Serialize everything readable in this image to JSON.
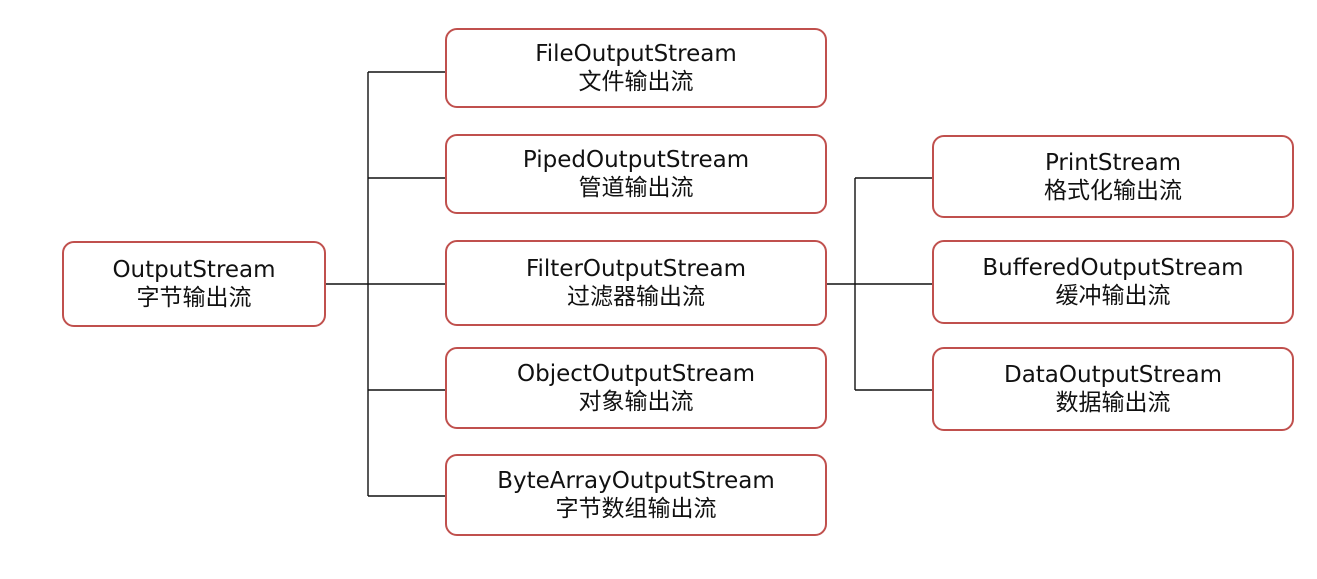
{
  "diagram": {
    "root": {
      "class_name": "OutputStream",
      "zh_label": "字节输出流"
    },
    "children": [
      {
        "class_name": "FileOutputStream",
        "zh_label": "文件输出流"
      },
      {
        "class_name": "PipedOutputStream",
        "zh_label": "管道输出流"
      },
      {
        "class_name": "FilterOutputStream",
        "zh_label": "过滤器输出流"
      },
      {
        "class_name": "ObjectOutputStream",
        "zh_label": "对象输出流"
      },
      {
        "class_name": "ByteArrayOutputStream",
        "zh_label": "字节数组输出流"
      }
    ],
    "filter_children": [
      {
        "class_name": "PrintStream",
        "zh_label": "格式化输出流"
      },
      {
        "class_name": "BufferedOutputStream",
        "zh_label": "缓冲输出流"
      },
      {
        "class_name": "DataOutputStream",
        "zh_label": "数据输出流"
      }
    ],
    "colors": {
      "box_border": "#c0504d",
      "connector": "#111111",
      "text": "#111111",
      "background": "#ffffff"
    }
  }
}
